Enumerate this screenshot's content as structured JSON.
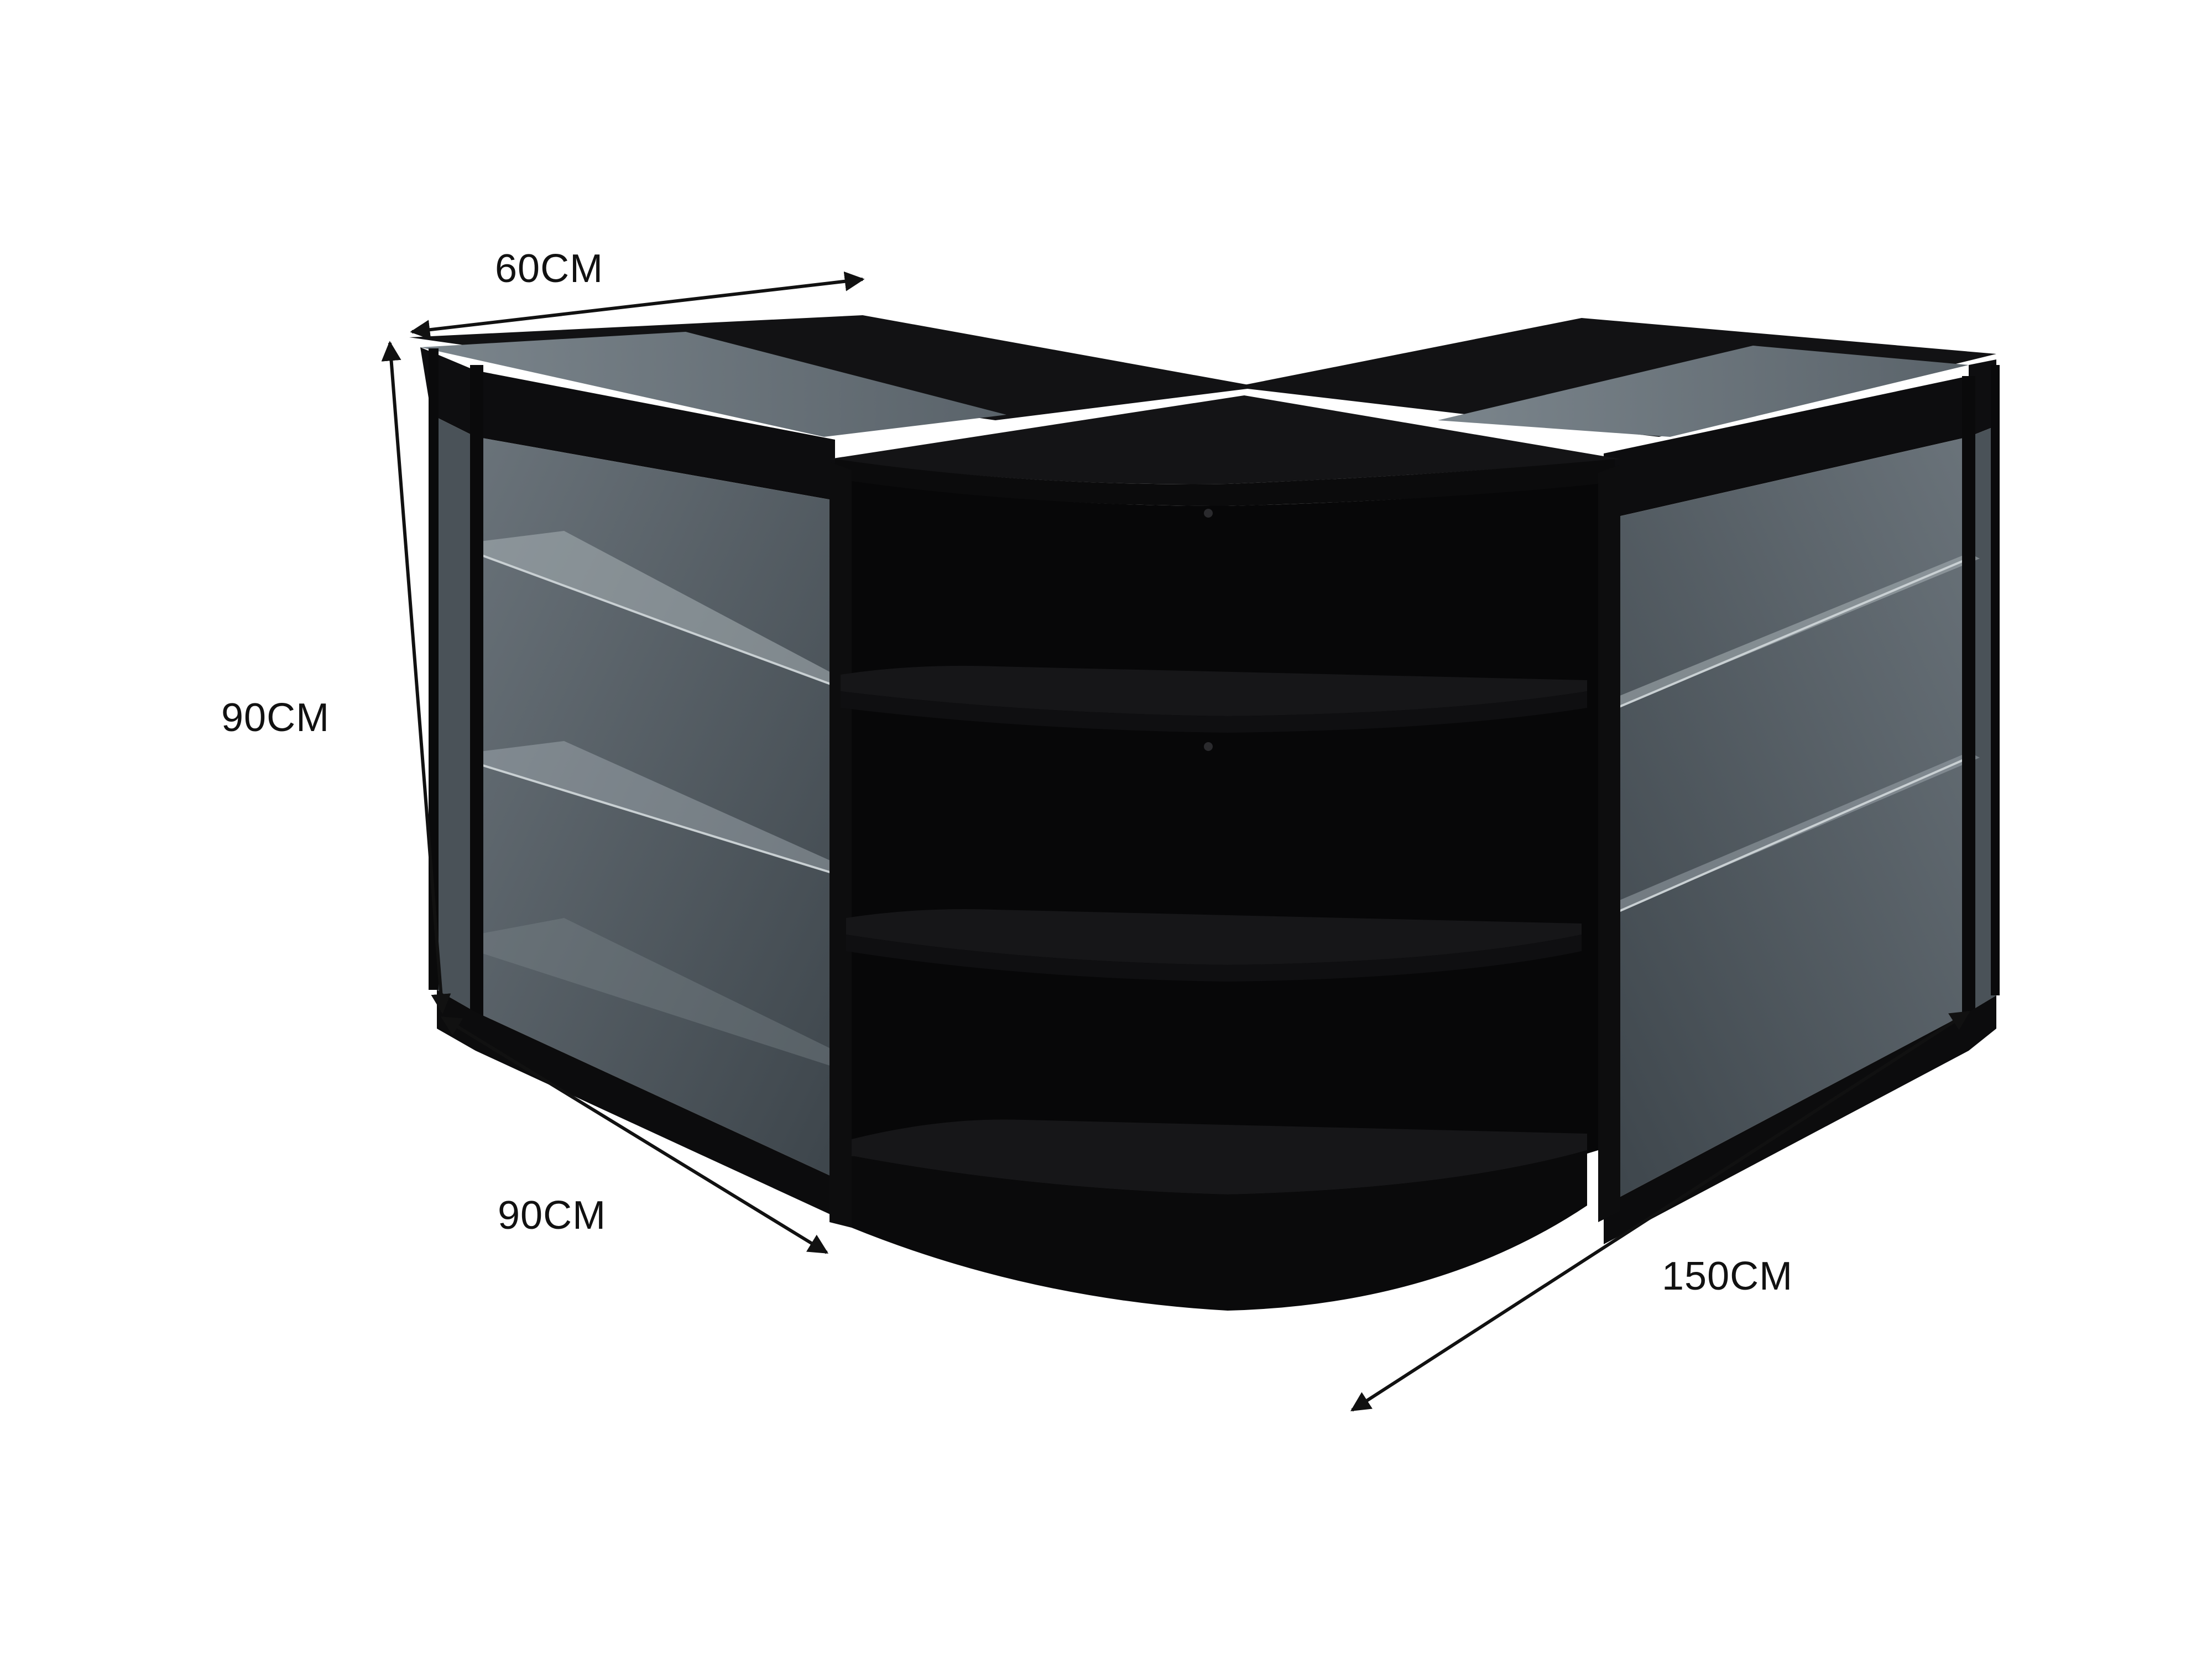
{
  "product": {
    "name": "",
    "colors": {
      "body": "#0b0b0c",
      "body_edge": "#1a1a1c",
      "glass": "#5e666d",
      "glass_dark": "#3a4147",
      "glass_top": "#6f797f",
      "shelf_glass": "#9aa3a8",
      "shelf_black": "#121214",
      "dimension_line": "#111111"
    }
  },
  "dimensions": {
    "depth": "60CM",
    "height": "90CM",
    "left_length": "90CM",
    "right_length": "150CM"
  }
}
